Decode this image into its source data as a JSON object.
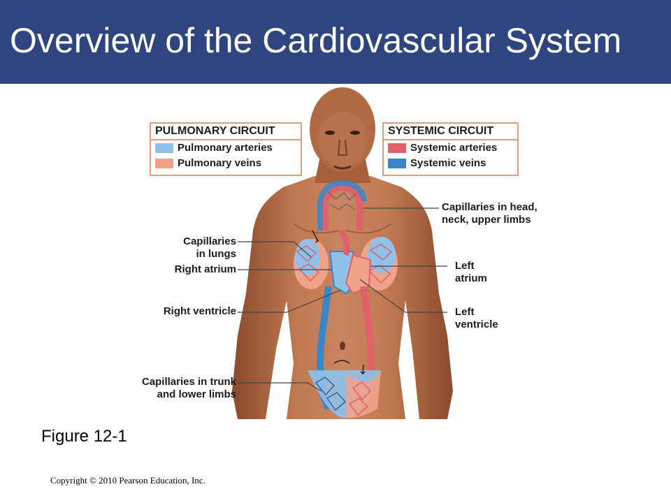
{
  "slide": {
    "title": "Overview of the Cardiovascular System",
    "caption": "Figure 12-1",
    "copyright": "Copyright © 2010 Pearson Education, Inc."
  },
  "colors": {
    "title_bar": "#2e4580",
    "pulmonary_arteries": "#8fc1ea",
    "pulmonary_veins": "#f0a38a",
    "systemic_arteries": "#e0606b",
    "systemic_veins": "#3c86c8",
    "legend_border": "#e99a7e",
    "skin": "#b7704a"
  },
  "legend": {
    "pulmonary": {
      "title": "PULMONARY CIRCUIT",
      "items": [
        "Pulmonary arteries",
        "Pulmonary veins"
      ]
    },
    "systemic": {
      "title": "SYSTEMIC CIRCUIT",
      "items": [
        "Systemic arteries",
        "Systemic veins"
      ]
    }
  },
  "labels": {
    "cap_head": [
      "Capillaries in head,",
      "neck, upper limbs"
    ],
    "cap_lungs": [
      "Capillaries",
      "in lungs"
    ],
    "right_atrium": "Right atrium",
    "left_atrium": [
      "Left",
      "atrium"
    ],
    "right_ventricle": "Right ventricle",
    "left_ventricle": [
      "Left",
      "ventricle"
    ],
    "cap_trunk": [
      "Capillaries in trunk",
      "and lower limbs"
    ]
  }
}
